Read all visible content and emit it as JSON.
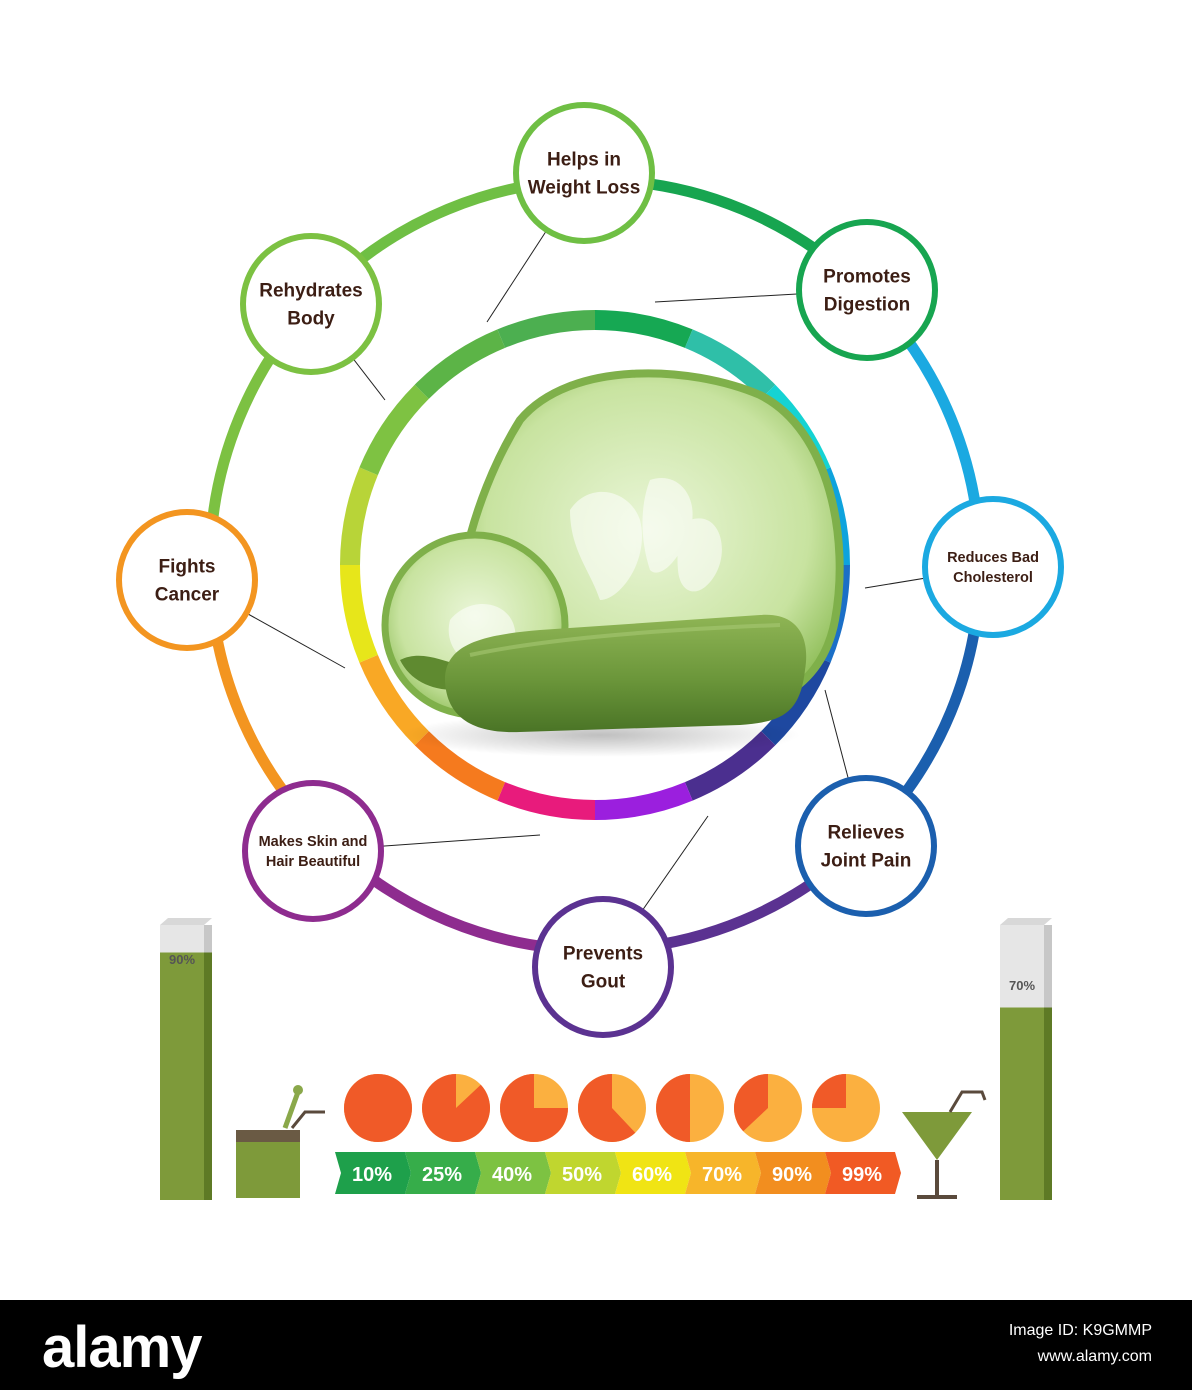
{
  "benefits": [
    {
      "line1": "Helps in",
      "line2": "Weight Loss",
      "color": "#6fbf44"
    },
    {
      "line1": "Promotes",
      "line2": "Digestion",
      "color": "#17a550"
    },
    {
      "line1": "Reduces Bad",
      "line2": "Cholesterol",
      "color": "#1ba9e1"
    },
    {
      "line1": "Relieves",
      "line2": "Joint Pain",
      "color": "#1b5fae"
    },
    {
      "line1": "Prevents",
      "line2": "Gout",
      "color": "#5b3291"
    },
    {
      "line1": "Makes Skin and",
      "line2": "Hair Beautiful",
      "color": "#8e2c8f"
    },
    {
      "line1": "Fights",
      "line2": "Cancer",
      "color": "#f39520"
    },
    {
      "line1": "Rehydrates",
      "line2": "Body",
      "color": "#7cc142"
    }
  ],
  "left_bar": {
    "label": "90%",
    "value": 90
  },
  "right_bar": {
    "label": "70%",
    "value": 70
  },
  "pies": [
    100,
    87,
    75,
    62,
    50,
    37,
    25
  ],
  "scale": [
    {
      "label": "10%",
      "color": "#1ea04b"
    },
    {
      "label": "25%",
      "color": "#36ad4a"
    },
    {
      "label": "40%",
      "color": "#7dc242"
    },
    {
      "label": "50%",
      "color": "#c0d62f"
    },
    {
      "label": "60%",
      "color": "#f0e414"
    },
    {
      "label": "70%",
      "color": "#f7b52a"
    },
    {
      "label": "90%",
      "color": "#f28e1f"
    },
    {
      "label": "99%",
      "color": "#f15a24"
    }
  ],
  "footer": {
    "brand": "alamy",
    "image_id": "Image ID: K9GMMP",
    "url": "www.alamy.com"
  },
  "colors": {
    "text": "#3c1e14",
    "bar_fill": "#7e9a3a",
    "bar_top": "#e6e6e6",
    "pie_dark": "#f05a28",
    "pie_light": "#fbb040",
    "cucumber_skin": "#6e9a3a",
    "cucumber_slice": "#cfe8a6"
  }
}
